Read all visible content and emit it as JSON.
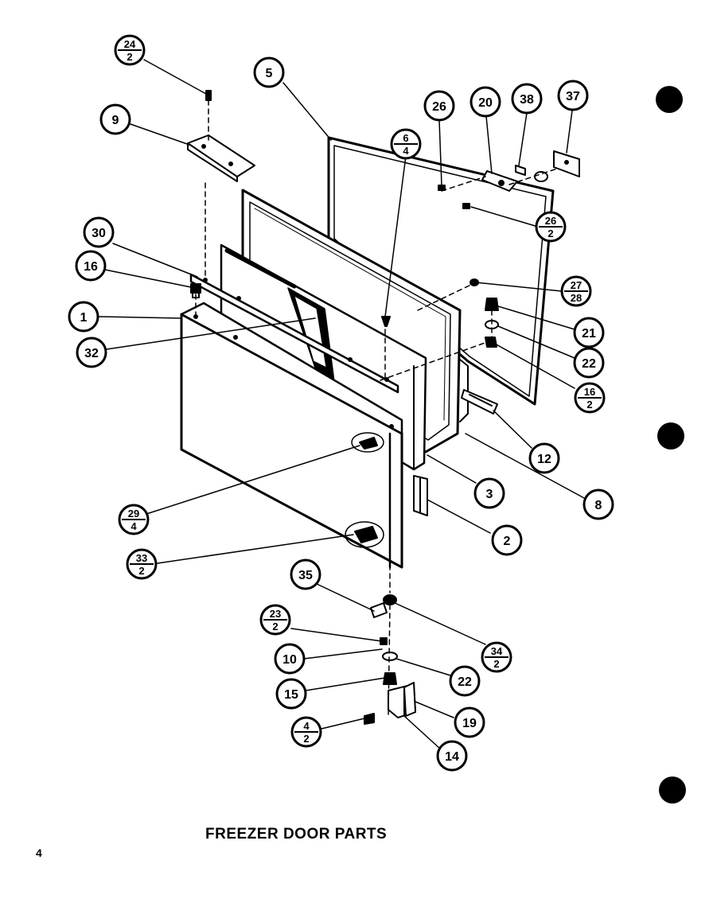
{
  "title": "FREEZER DOOR PARTS",
  "page_number": "4",
  "callouts": [
    {
      "id": "c24",
      "num": "24",
      "den": "2"
    },
    {
      "id": "c9",
      "label": "9"
    },
    {
      "id": "c5",
      "label": "5"
    },
    {
      "id": "c6",
      "num": "6",
      "den": "4"
    },
    {
      "id": "c26a",
      "label": "26"
    },
    {
      "id": "c20",
      "label": "20"
    },
    {
      "id": "c38",
      "label": "38"
    },
    {
      "id": "c37",
      "label": "37"
    },
    {
      "id": "c26b",
      "num": "26",
      "den": "2"
    },
    {
      "id": "c30",
      "label": "30"
    },
    {
      "id": "c16a",
      "label": "16"
    },
    {
      "id": "c27",
      "num": "27",
      "den": "28"
    },
    {
      "id": "c1",
      "label": "1"
    },
    {
      "id": "c21",
      "label": "21"
    },
    {
      "id": "c32",
      "label": "32"
    },
    {
      "id": "c22a",
      "label": "22"
    },
    {
      "id": "c16b",
      "num": "16",
      "den": "2"
    },
    {
      "id": "c12",
      "label": "12"
    },
    {
      "id": "c3",
      "label": "3"
    },
    {
      "id": "c8",
      "label": "8"
    },
    {
      "id": "c29",
      "num": "29",
      "den": "4"
    },
    {
      "id": "c2",
      "label": "2"
    },
    {
      "id": "c33",
      "num": "33",
      "den": "2"
    },
    {
      "id": "c35",
      "label": "35"
    },
    {
      "id": "c23",
      "num": "23",
      "den": "2"
    },
    {
      "id": "c34",
      "num": "34",
      "den": "2"
    },
    {
      "id": "c10",
      "label": "10"
    },
    {
      "id": "c22b",
      "label": "22"
    },
    {
      "id": "c15",
      "label": "15"
    },
    {
      "id": "c19",
      "label": "19"
    },
    {
      "id": "c4",
      "num": "4",
      "den": "2"
    },
    {
      "id": "c14",
      "label": "14"
    }
  ]
}
